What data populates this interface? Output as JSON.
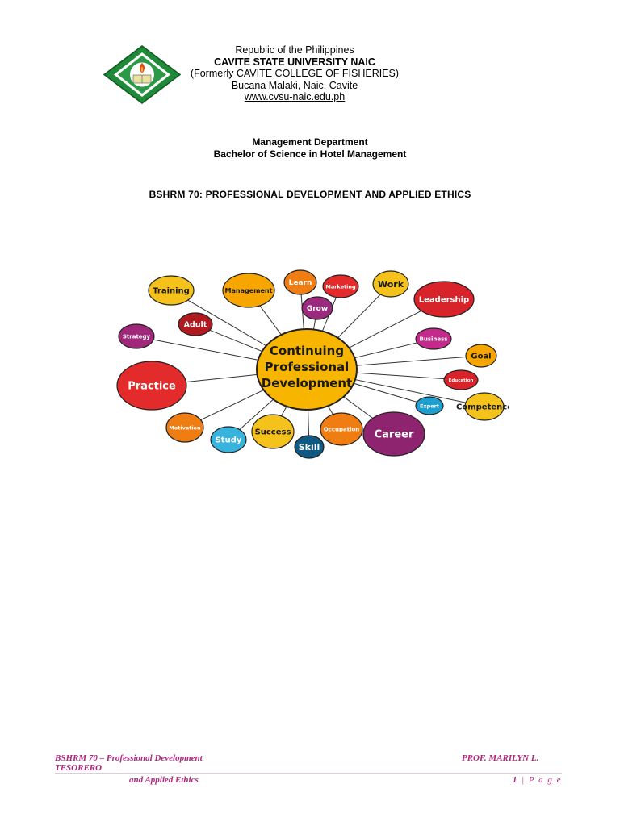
{
  "header": {
    "line1": "Republic of the Philippines",
    "university": "CAVITE STATE UNIVERSITY NAIC",
    "formerly": "(Formerly CAVITE COLLEGE OF FISHERIES)",
    "address": "Bucana Malaki, Naic, Cavite",
    "website": "www.cvsu-naic.edu.ph"
  },
  "department": {
    "name": "Management Department",
    "program": "Bachelor of Science in Hotel Management"
  },
  "course_title": "BSHRM 70: PROFESSIONAL DEVELOPMENT AND APPLIED ETHICS",
  "mindmap": {
    "center": [
      "Continuing",
      "Professional",
      "Development"
    ],
    "nodes": [
      {
        "label": "Training",
        "color": "#f4c21a"
      },
      {
        "label": "Management",
        "color": "#f7a600"
      },
      {
        "label": "Learn",
        "color": "#f07d12"
      },
      {
        "label": "Marketing",
        "color": "#e32b2b"
      },
      {
        "label": "Work",
        "color": "#f4c21a"
      },
      {
        "label": "Grow",
        "color": "#9b2a7e"
      },
      {
        "label": "Leadership",
        "color": "#d8232a"
      },
      {
        "label": "Adult",
        "color": "#b0191f"
      },
      {
        "label": "Strategy",
        "color": "#a0287a"
      },
      {
        "label": "Business",
        "color": "#c42a8c"
      },
      {
        "label": "Goal",
        "color": "#f7a600"
      },
      {
        "label": "Education",
        "color": "#d8232a"
      },
      {
        "label": "Competence",
        "color": "#f4c21a"
      },
      {
        "label": "Expert",
        "color": "#1f9fd1"
      },
      {
        "label": "Practice",
        "color": "#e32b2b"
      },
      {
        "label": "Motivation",
        "color": "#f07d12"
      },
      {
        "label": "Study",
        "color": "#38b3de"
      },
      {
        "label": "Success",
        "color": "#f4c21a"
      },
      {
        "label": "Skill",
        "color": "#0e5a84"
      },
      {
        "label": "Occupation",
        "color": "#f07d12"
      },
      {
        "label": "Career",
        "color": "#8e2370"
      }
    ]
  },
  "footer": {
    "left_line1": "BSHRM 70 – Professional Development",
    "left_line2": "TESORERO",
    "right": "PROF. MARILYN L.",
    "sub": "and Applied Ethics",
    "page_num": "1",
    "page_label": " | P a g e"
  },
  "colors": {
    "footer_text": "#b0267a",
    "center_fill": "#f7b500",
    "logo_green": "#1f8a3a"
  }
}
